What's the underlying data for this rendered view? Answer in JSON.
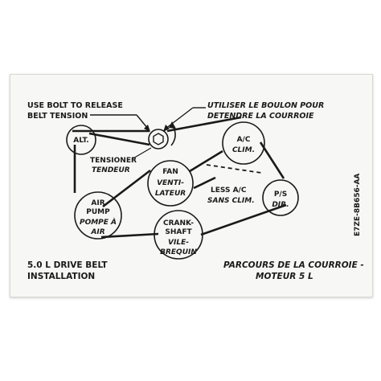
{
  "label": {
    "release_en_1": "USE BOLT TO RELEASE",
    "release_en_2": "BELT TENSION",
    "release_fr_1": "UTILISER LE BOULON POUR",
    "release_fr_2": "DETENDRE LA COURROIE",
    "alt": "ALT.",
    "ac_1": "A/C",
    "ac_2": "CLIM.",
    "tensioner": "TENSIONER",
    "tendeur": "TENDEUR",
    "fan": "FAN",
    "ventilateur_1": "VENTI-",
    "ventilateur_2": "LATEUR",
    "less_ac": "LESS A/C",
    "sans_clim": "SANS CLIM.",
    "ps_1": "P/S",
    "ps_2": "DIR.",
    "air_1": "AIR",
    "air_2": "PUMP",
    "pompe_1": "POMPE À",
    "pompe_2": "AIR",
    "crank_1": "CRANK-",
    "crank_2": "SHAFT",
    "vile_1": "VILE-",
    "vile_2": "BREQUIN",
    "part_number": "E7ZE-8B656-AA",
    "title_en_1": "5.0 L DRIVE BELT",
    "title_en_2": "INSTALLATION",
    "title_fr_1": "PARCOURS DE LA COURROIE -",
    "title_fr_2": "MOTEUR 5 L"
  },
  "colors": {
    "ink": "#1a1a1a",
    "label_bg": "#f7f7f5"
  }
}
